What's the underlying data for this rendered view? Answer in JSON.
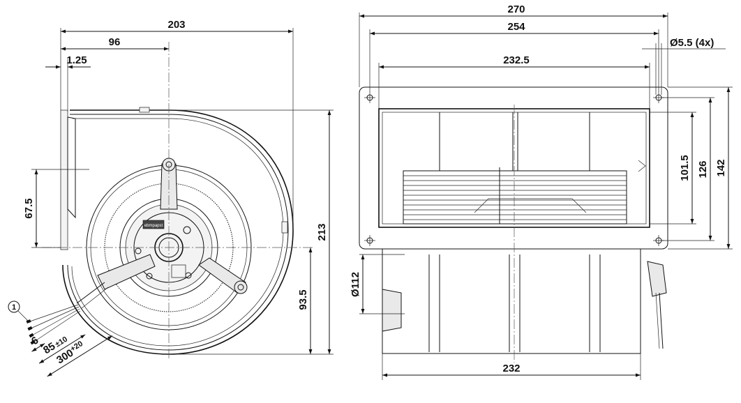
{
  "drawing": {
    "front_view": {
      "dims": {
        "width_total": "203",
        "width_axis": "96",
        "flange_offset": "1.25",
        "axis_height_left": "67.5",
        "height_total": "213",
        "axis_height_right": "93.5",
        "wire_strip": "6",
        "wire_len_short": "85",
        "wire_len_short_tol": "±10",
        "wire_len_long": "300",
        "wire_len_long_tol": "+20",
        "callout_1": "1"
      },
      "label_badge": "ebmpapst"
    },
    "side_view": {
      "dims": {
        "width_outer": "270",
        "width_holes": "254",
        "width_outlet": "232.5",
        "hole_diameter": "Ø5.5 (4x)",
        "height_outlet": "101.5",
        "height_holes": "126",
        "height_outer": "142",
        "motor_diameter": "Ø112",
        "width_housing": "232"
      }
    }
  }
}
